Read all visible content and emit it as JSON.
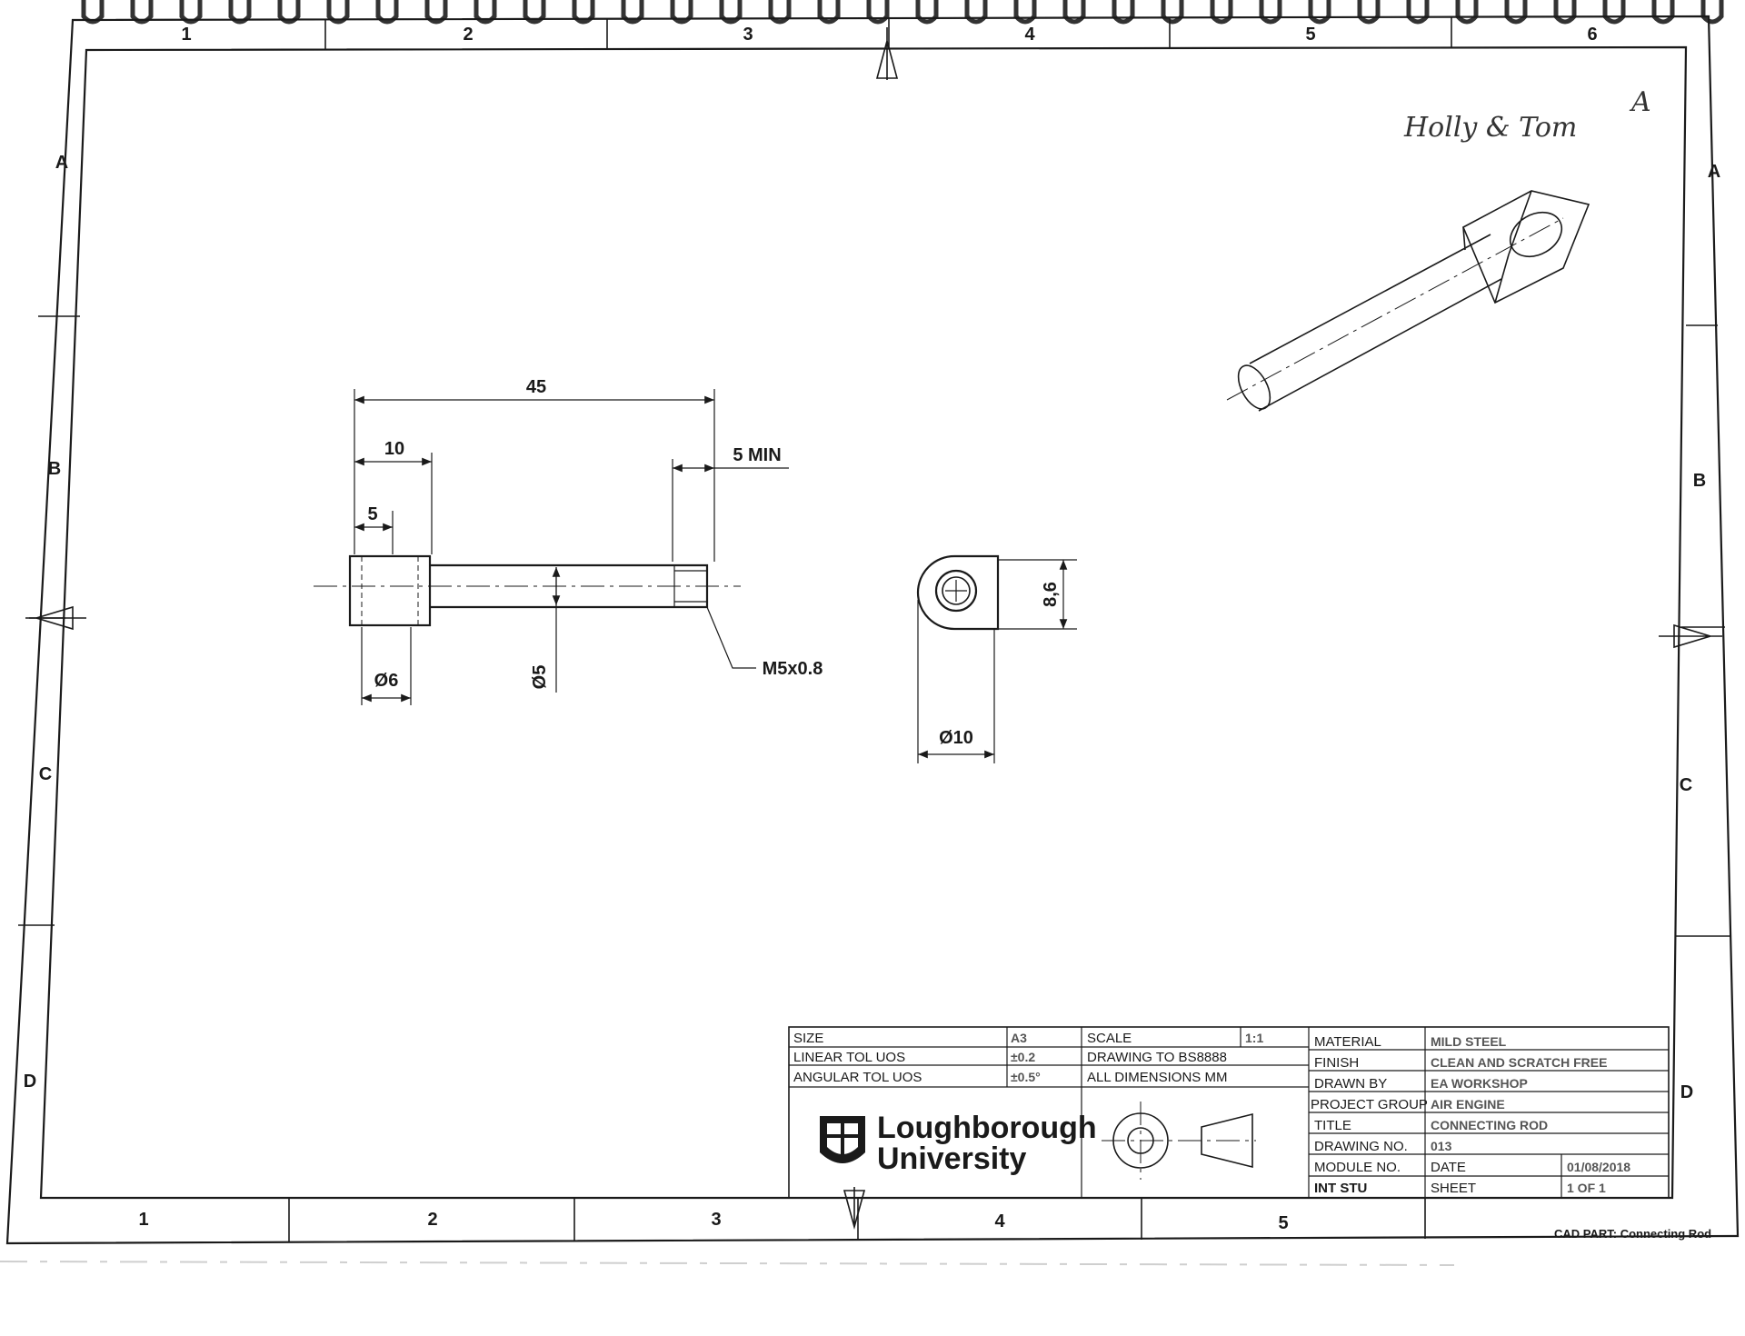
{
  "handwriting": {
    "names": "Holly & Tom",
    "letter": "A"
  },
  "zones": {
    "columns": [
      "1",
      "2",
      "3",
      "4",
      "5",
      "6"
    ],
    "rows": [
      "A",
      "B",
      "C",
      "D"
    ]
  },
  "dimensions": {
    "overall_length": "45",
    "head_length": "10",
    "half_head": "5",
    "thread_length": "5  MIN",
    "hole_dia": "Ø6",
    "shaft_dia": "Ø5",
    "thread_callout": "M5x0.8",
    "head_height": "8,6",
    "head_dia": "Ø10"
  },
  "title_block": {
    "size_label": "SIZE",
    "size_value": "A3",
    "linear_label": "LINEAR TOL UOS",
    "linear_value": "±0.2",
    "angular_label": "ANGULAR TOL UOS",
    "angular_value": "±0.5°",
    "scale_label": "SCALE",
    "scale_value": "1:1",
    "standard": "DRAWING TO BS8888",
    "units": "ALL DIMENSIONS MM",
    "logo_line1": "Loughborough",
    "logo_line2": "University",
    "material_label": "MATERIAL",
    "material_value": "MILD STEEL",
    "finish_label": "FINISH",
    "finish_value": "CLEAN AND SCRATCH FREE",
    "drawn_label": "DRAWN BY",
    "drawn_value": "EA WORKSHOP",
    "project_label": "PROJECT GROUP",
    "project_value": "AIR ENGINE",
    "title_label": "TITLE",
    "title_value": "CONNECTING ROD",
    "drawing_no_label": "DRAWING NO.",
    "drawing_no_value": "013",
    "module_label": "MODULE NO.",
    "date_label": "DATE",
    "date_value": "01/08/2018",
    "int_label": "INT STU",
    "sheet_label": "SHEET",
    "sheet_value": "1 OF 1"
  },
  "footer": {
    "cad_part": "CAD PART: Connecting Rod"
  }
}
